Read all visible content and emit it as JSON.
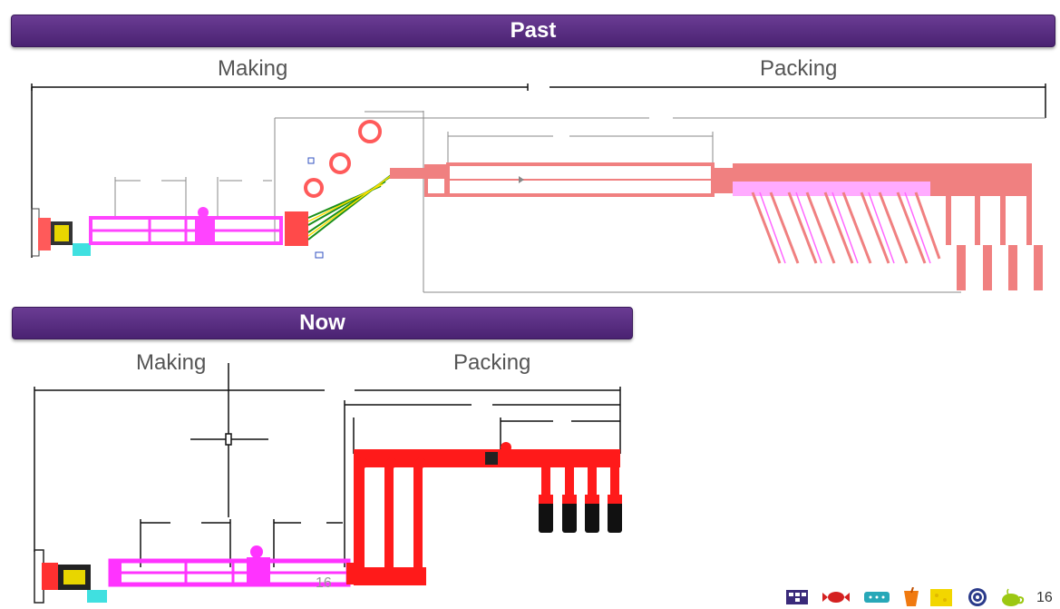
{
  "past": {
    "title": "Past",
    "making_label": "Making",
    "packing_label": "Packing"
  },
  "now": {
    "title": "Now",
    "making_label": "Making",
    "packing_label": "Packing"
  },
  "footer": {
    "page_number": "16",
    "overlay_number": "16",
    "icons": [
      "chocolate-bar-icon",
      "candy-icon",
      "biscuit-icon",
      "drink-cup-icon",
      "cheese-icon",
      "coffee-bean-icon",
      "coffee-cup-icon"
    ]
  },
  "colors": {
    "banner": "#5a2d82",
    "making_line": "#ff44ff",
    "packing_line": "#ff2020",
    "past_packing": "#f08080"
  }
}
